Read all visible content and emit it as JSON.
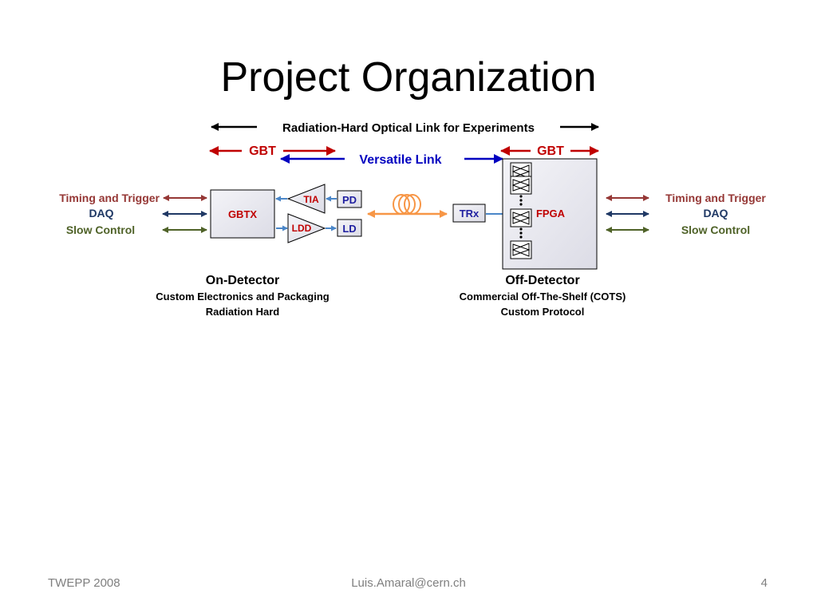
{
  "title": "Project Organization",
  "diagram": {
    "top_label": "Radiation-Hard Optical Link for Experiments",
    "gbt_left": "GBT",
    "gbt_right": "GBT",
    "versatile_link": "Versatile Link",
    "gbtx": "GBTX",
    "tia": "TIA",
    "ldd": "LDD",
    "pd": "PD",
    "ld": "LD",
    "trx": "TRx",
    "fpga": "FPGA",
    "left_signals": {
      "timing": "Timing and Trigger",
      "daq": "DAQ",
      "slow": "Slow Control"
    },
    "right_signals": {
      "timing": "Timing and Trigger",
      "daq": "DAQ",
      "slow": "Slow Control"
    },
    "on_detector": {
      "heading": "On-Detector",
      "line1": "Custom Electronics and Packaging",
      "line2": "Radiation Hard"
    },
    "off_detector": {
      "heading": "Off-Detector",
      "line1": "Commercial Off-The-Shelf (COTS)",
      "line2": "Custom Protocol"
    },
    "colors": {
      "timing": "#953735",
      "daq": "#1f3864",
      "slow": "#4f6228",
      "gbt_red": "#c00000",
      "link_blue": "#0000c0",
      "label_blue": "#1f1fa0",
      "fiber_orange": "#f79646",
      "connector_blue": "#4a86c8"
    }
  },
  "footer": {
    "left": "TWEPP 2008",
    "center": "Luis.Amaral@cern.ch",
    "right": "4"
  }
}
